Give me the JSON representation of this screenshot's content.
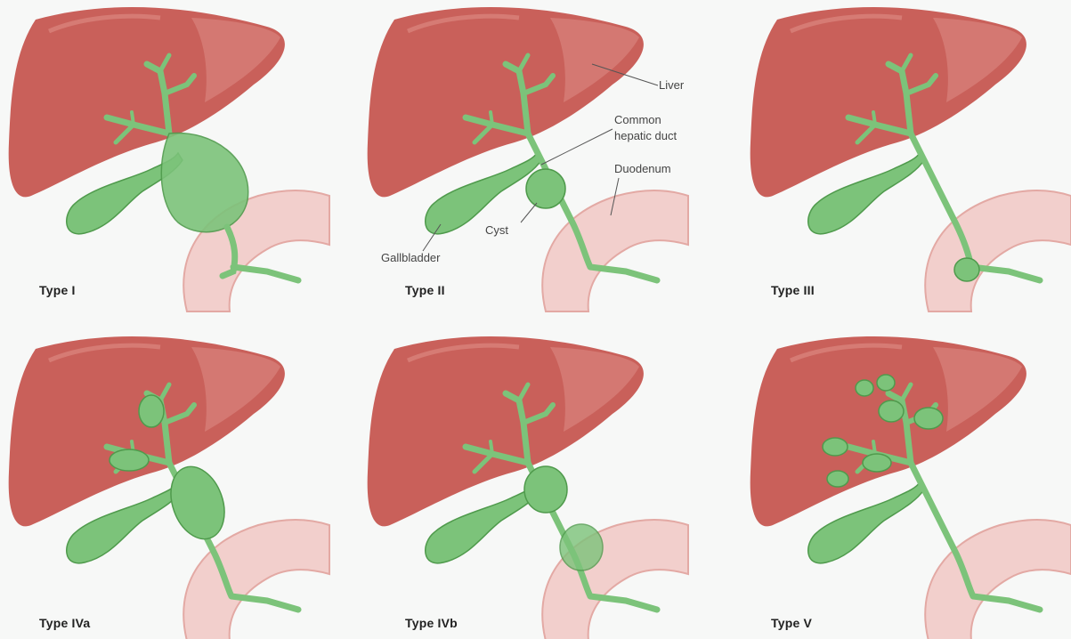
{
  "colors": {
    "background": "#f7f8f7",
    "liver": "#c9605a",
    "liver_highlight": "#d9837c",
    "biliary": "#7cc37a",
    "biliary_dark": "#4f9a4c",
    "duodenum": "#f2cfcc",
    "duodenum_edge": "#e3a9a4"
  },
  "panels": [
    {
      "caption": "Type I",
      "variant": "type-i"
    },
    {
      "caption": "Type II",
      "variant": "type-ii"
    },
    {
      "caption": "Type III",
      "variant": "type-iii"
    },
    {
      "caption": "Type IVa",
      "variant": "type-iva"
    },
    {
      "caption": "Type IVb",
      "variant": "type-ivb"
    },
    {
      "caption": "Type V",
      "variant": "type-v"
    }
  ],
  "annotations": {
    "liver": "Liver",
    "common_hepatic_duct_line1": "Common",
    "common_hepatic_duct_line2": "hepatic duct",
    "duodenum": "Duodenum",
    "cyst": "Cyst",
    "gallbladder": "Gallbladder"
  }
}
